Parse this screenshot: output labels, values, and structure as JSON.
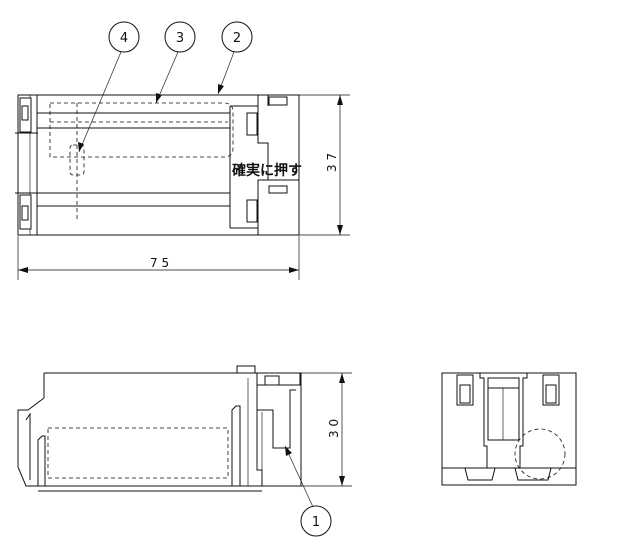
{
  "callouts": {
    "c1": "1",
    "c2": "2",
    "c3": "3",
    "c4": "4"
  },
  "dimensions": {
    "width": "7 5",
    "height_top": "3 7",
    "height_side": "3 0"
  },
  "notes": {
    "push_label": "確実に押す"
  }
}
